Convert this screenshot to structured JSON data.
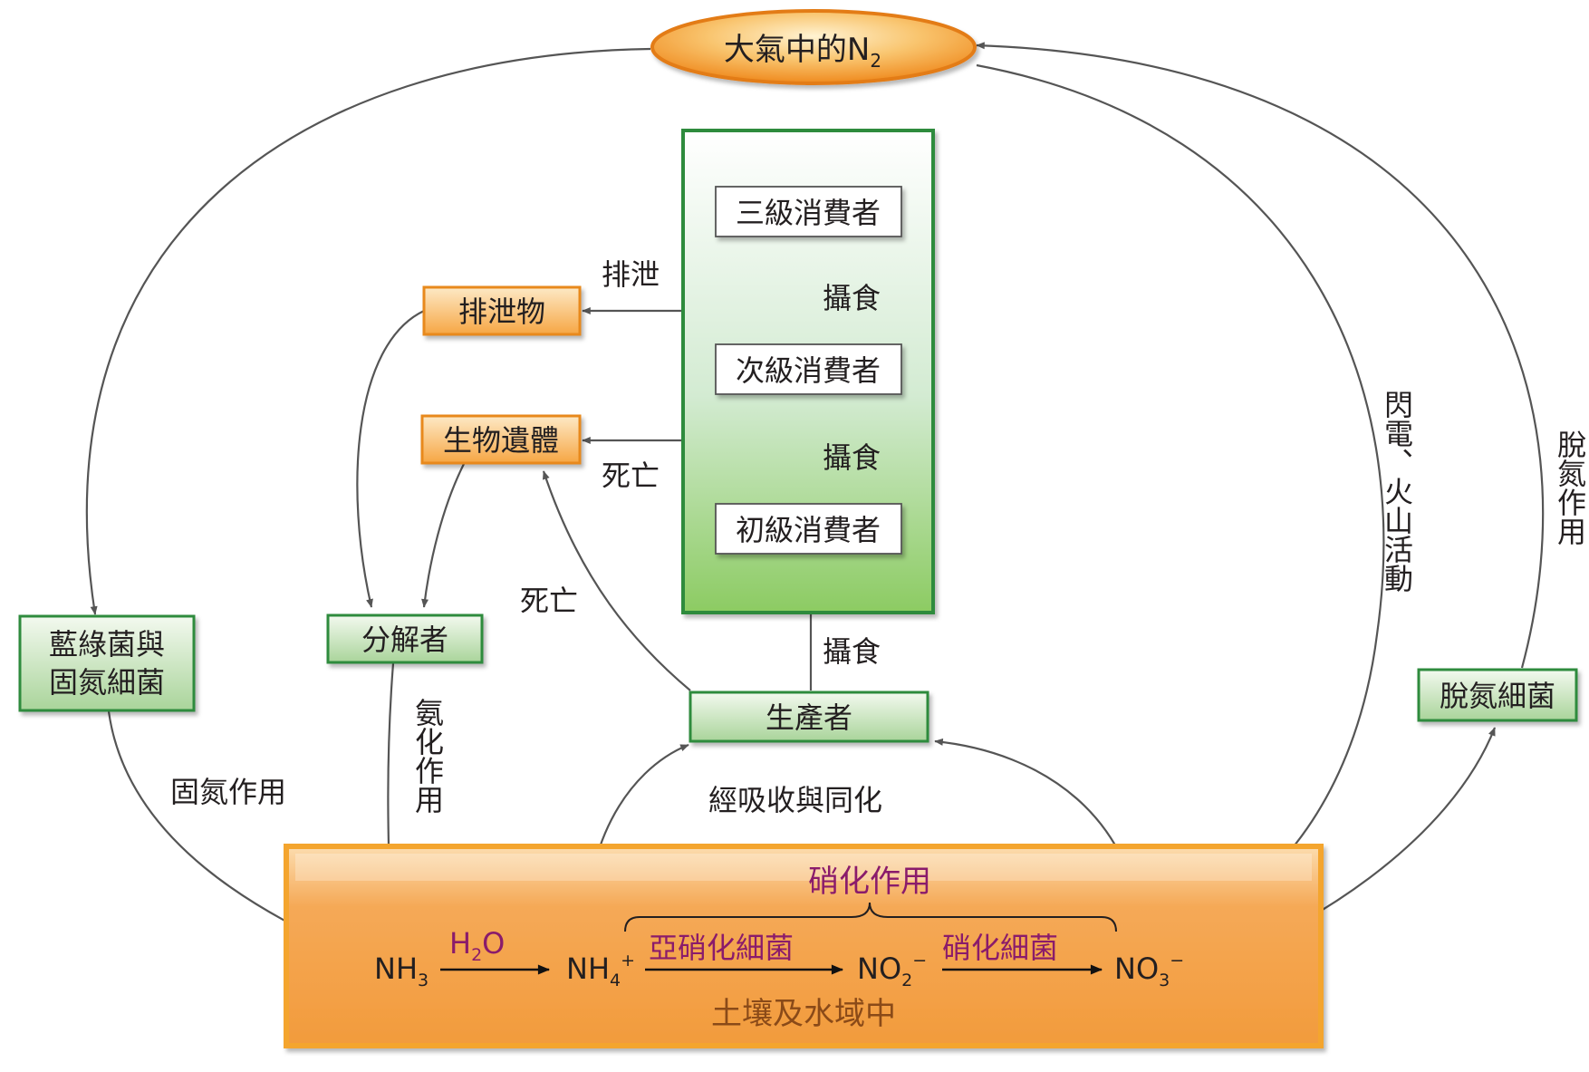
{
  "atmosphere": {
    "label": "大氣中的N",
    "subscript": "2"
  },
  "consumers": {
    "tertiary": "三級消費者",
    "secondary": "次級消費者",
    "primary": "初級消費者",
    "ingest_1": "攝食",
    "ingest_2": "攝食",
    "ingest_3": "攝食"
  },
  "excretion": {
    "box": "排泄物",
    "arrow_label": "排泄"
  },
  "remains": {
    "box": "生物遺體",
    "arrow_label": "死亡",
    "producer_death": "死亡"
  },
  "decomposer": {
    "box": "分解者",
    "process": "氨化作用"
  },
  "fixers": {
    "line1": "藍綠菌與",
    "line2": "固氮細菌",
    "process": "固氮作用"
  },
  "producer": {
    "box": "生產者",
    "uptake": "經吸收與同化"
  },
  "denitrifier": {
    "box": "脫氮細菌",
    "process": "脫氮作用"
  },
  "lightning": {
    "label": "閃電、火山活動"
  },
  "soil": {
    "title": "土壤及水域中",
    "nitrification": "硝化作用",
    "nh3": {
      "base": "NH",
      "sub": "3"
    },
    "water": {
      "base": "H",
      "sub": "2",
      "tail": "O"
    },
    "nh4": {
      "base": "NH",
      "sub": "4",
      "sup": "+"
    },
    "nitrite_bacteria": "亞硝化細菌",
    "no2": {
      "base": "NO",
      "sub": "2",
      "sup": "−"
    },
    "nitrate_bacteria": "硝化細菌",
    "no3": {
      "base": "NO",
      "sub": "3",
      "sup": "−"
    }
  }
}
